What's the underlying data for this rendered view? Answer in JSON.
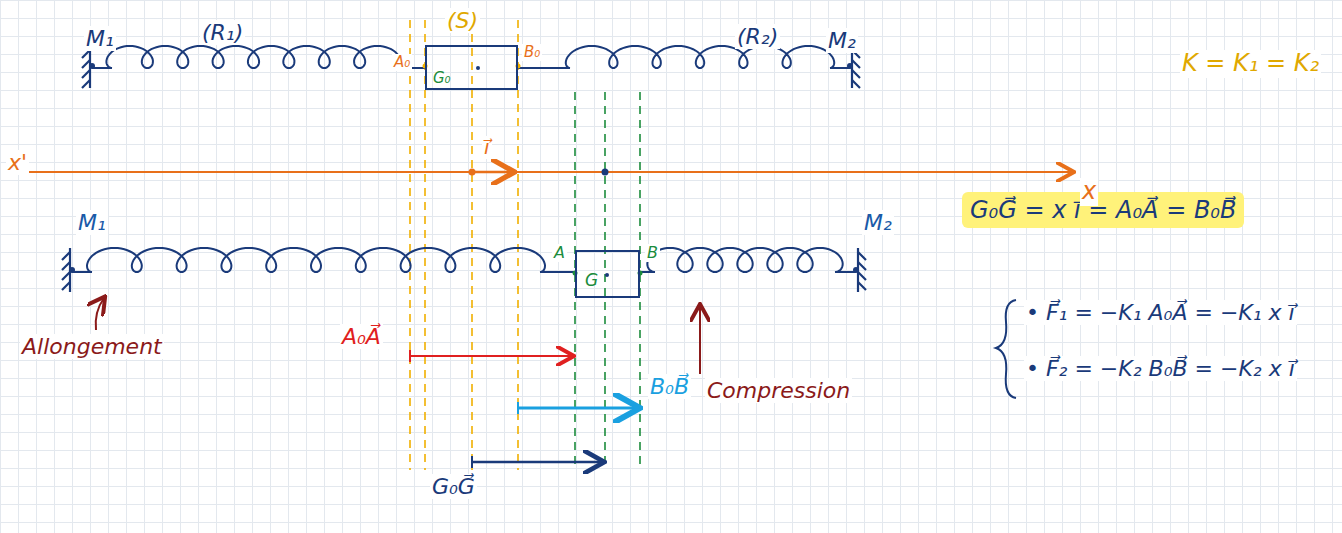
{
  "diagram": {
    "nodes": [
      {
        "text": [
          "G₀"
        ]
      },
      {
        "text": [
          "G₀G⃗ = x i⃗ = A₀A⃗ = B₀B⃗"
        ]
      },
      {
        "text": [
          "G"
        ]
      }
    ],
    "labels": [
      "M₁",
      "(R₁)",
      "(S)",
      "A₀",
      "B₀",
      "(R₂)",
      "M₂",
      "K = K₁ = K₂",
      "x'",
      "x",
      "i⃗",
      "M₁",
      "M₂",
      "A",
      "B",
      "Allongement",
      "A₀A⃗",
      "Compression",
      "B₀B⃗",
      "G₀G⃗",
      "• F⃗₁ = −K₁ A₀A⃗ = −K₁ x i⃗",
      "• F⃗₂ = −K₂ B₀B⃗ = −K₂ x i⃗"
    ]
  }
}
